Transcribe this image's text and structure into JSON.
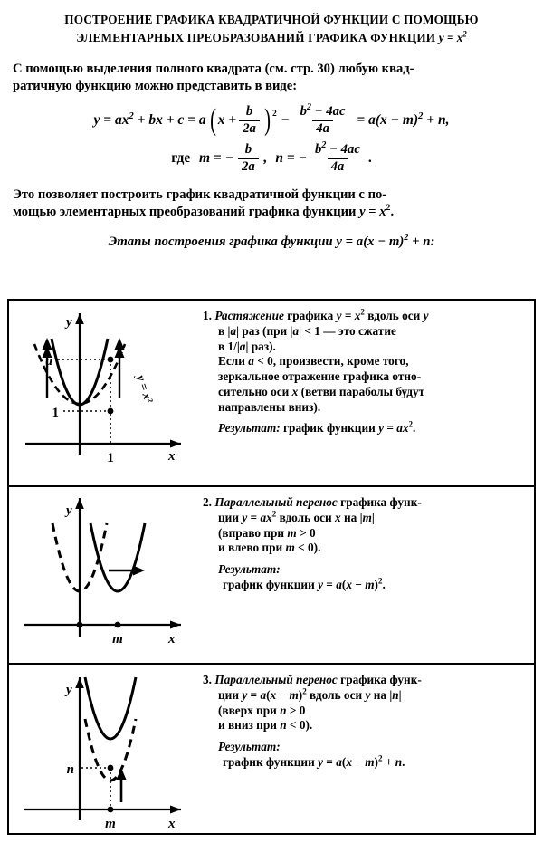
{
  "title": {
    "line1": "ПОСТРОЕНИЕ ГРАФИКА КВАДРАТИЧНОЙ ФУНКЦИИ С ПОМОЩЬЮ",
    "line2_text": "ЭЛЕМЕНТАРНЫХ ПРЕОБРАЗОВАНИЙ ГРАФИКА ФУНКЦИИ",
    "line2_formula": "y = x²"
  },
  "intro": {
    "line1": "С помощью выделения полного квадрата (см. стр. 30) любую квад-",
    "line2": "ратичную функцию можно представить в виде:"
  },
  "formula_main": {
    "lhs": "y = ax² + bx + c = a",
    "paren_open": "(",
    "inner": "x +",
    "frac1_num": "b",
    "frac1_den": "2a",
    "paren_close": ")",
    "exp": "2",
    "minus": "−",
    "frac2_num": "b² − 4ac",
    "frac2_den": "4a",
    "rhs": "= a(x − m)² + n,"
  },
  "formula_where": {
    "where": "где",
    "m_eq": "m = −",
    "m_num": "b",
    "m_den": "2a",
    "comma": ",",
    "n_eq": "n = −",
    "n_num": "b² − 4ac",
    "n_den": "4a",
    "period": "."
  },
  "middle": {
    "line1": "Это позволяет построить график квадратичной функции с по-",
    "line2": "мощью элементарных преобразований графика функции y = x²."
  },
  "stages_heading": "Этапы построения графика функции y = a(x − m)² + n:",
  "table": {
    "rows": [
      {
        "num": "1.",
        "emph": "Растяжение",
        "text_a": "графика y = x² вдоль оси y",
        "text_b": "в |a| раз (при |a| < 1 — это сжатие",
        "text_c": "в 1/|a| раз).",
        "text_d": "Если a < 0, произвести, кроме того,",
        "text_e": "зеркальное отражение графика отно-",
        "text_f": "сительно оси x (ветви параболы будут",
        "text_g": "направлены вниз).",
        "result_label": "Результат:",
        "result_text": "график функции y = ax².",
        "figure": {
          "axis_y_label": "y",
          "axis_x_label": "x",
          "tick_x": "1",
          "tick_y1": "1",
          "tick_ya": "a",
          "curve_label": "y = x²"
        }
      },
      {
        "num": "2.",
        "emph": "Параллельный перенос",
        "text_a": "графика функ-",
        "text_b": "ции y = ax² вдоль оси x на |m|",
        "text_c": "(вправо при m > 0",
        "text_d": "и влево при m < 0).",
        "result_label": "Результат:",
        "result_text": "график функции y = a(x − m)².",
        "figure": {
          "axis_y_label": "y",
          "axis_x_label": "x",
          "tick_m": "m"
        }
      },
      {
        "num": "3.",
        "emph": "Параллельный перенос",
        "text_a": "графика функ-",
        "text_b": "ции y = a(x − m)² вдоль оси y на |n|",
        "text_c": "(вверх при n > 0",
        "text_d": "и вниз при n < 0).",
        "result_label": "Результат:",
        "result_text": "график функции y = a(x − m)² + n.",
        "figure": {
          "axis_y_label": "y",
          "axis_x_label": "x",
          "tick_m": "m",
          "tick_n": "n"
        }
      }
    ]
  },
  "colors": {
    "ink": "#000000",
    "paper": "#ffffff"
  }
}
